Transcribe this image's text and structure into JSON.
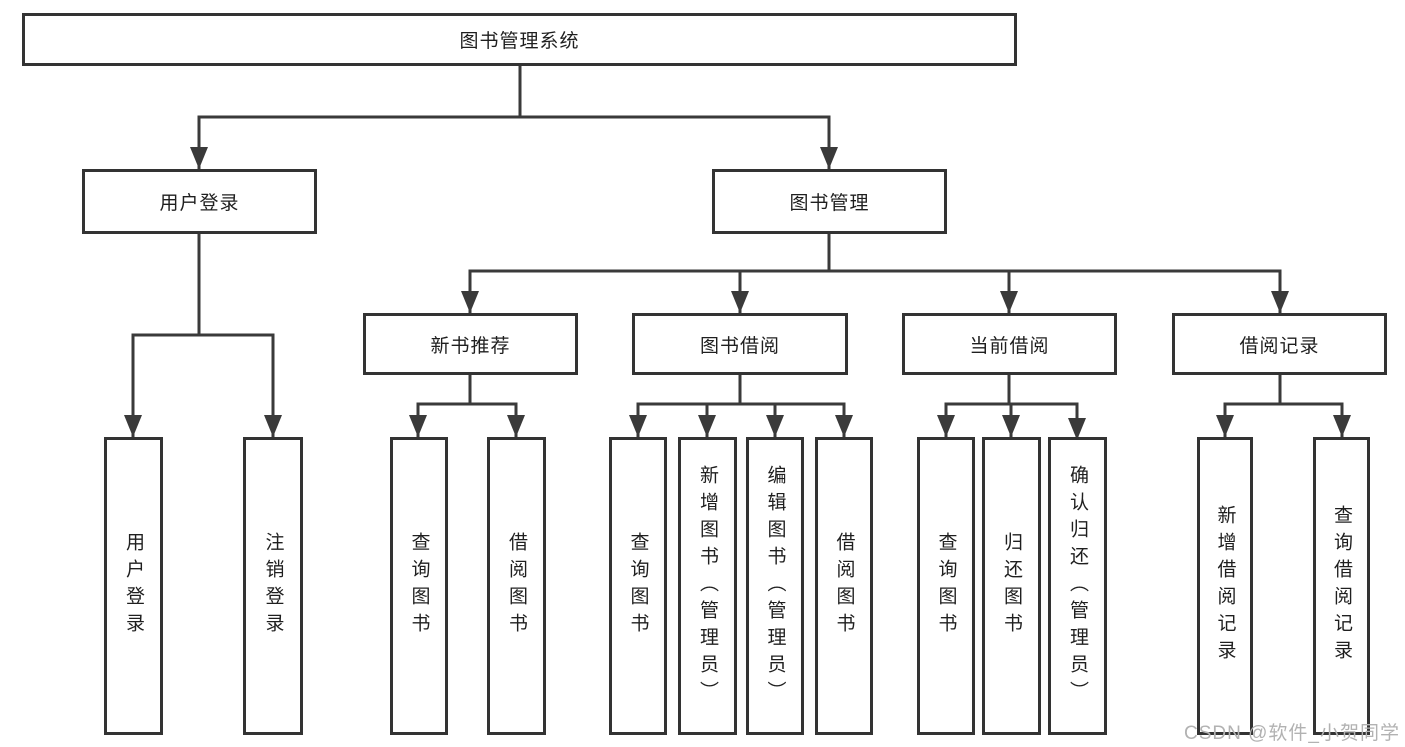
{
  "colors": {
    "line": "#3a3a3a",
    "box_border": "#333333",
    "background": "#ffffff",
    "text": "#1f1f1f",
    "watermark": "#b2b2b2"
  },
  "tree": {
    "root": {
      "label": "图书管理系统"
    },
    "level2": [
      {
        "label": "用户登录"
      },
      {
        "label": "图书管理"
      }
    ],
    "level3": [
      {
        "label": "新书推荐"
      },
      {
        "label": "图书借阅"
      },
      {
        "label": "当前借阅"
      },
      {
        "label": "借阅记录"
      }
    ],
    "leaves": [
      {
        "label": "用户登录"
      },
      {
        "label": "注销登录"
      },
      {
        "label": "查询图书"
      },
      {
        "label": "借阅图书"
      },
      {
        "label": "查询图书"
      },
      {
        "label": "新增图书（管理员）"
      },
      {
        "label": "编辑图书（管理员）"
      },
      {
        "label": "借阅图书"
      },
      {
        "label": "查询图书"
      },
      {
        "label": "归还图书"
      },
      {
        "label": "确认归还（管理员）"
      },
      {
        "label": "新增借阅记录"
      },
      {
        "label": "查询借阅记录"
      }
    ]
  },
  "watermark": {
    "text": "CSDN @软件_小贺同学"
  }
}
